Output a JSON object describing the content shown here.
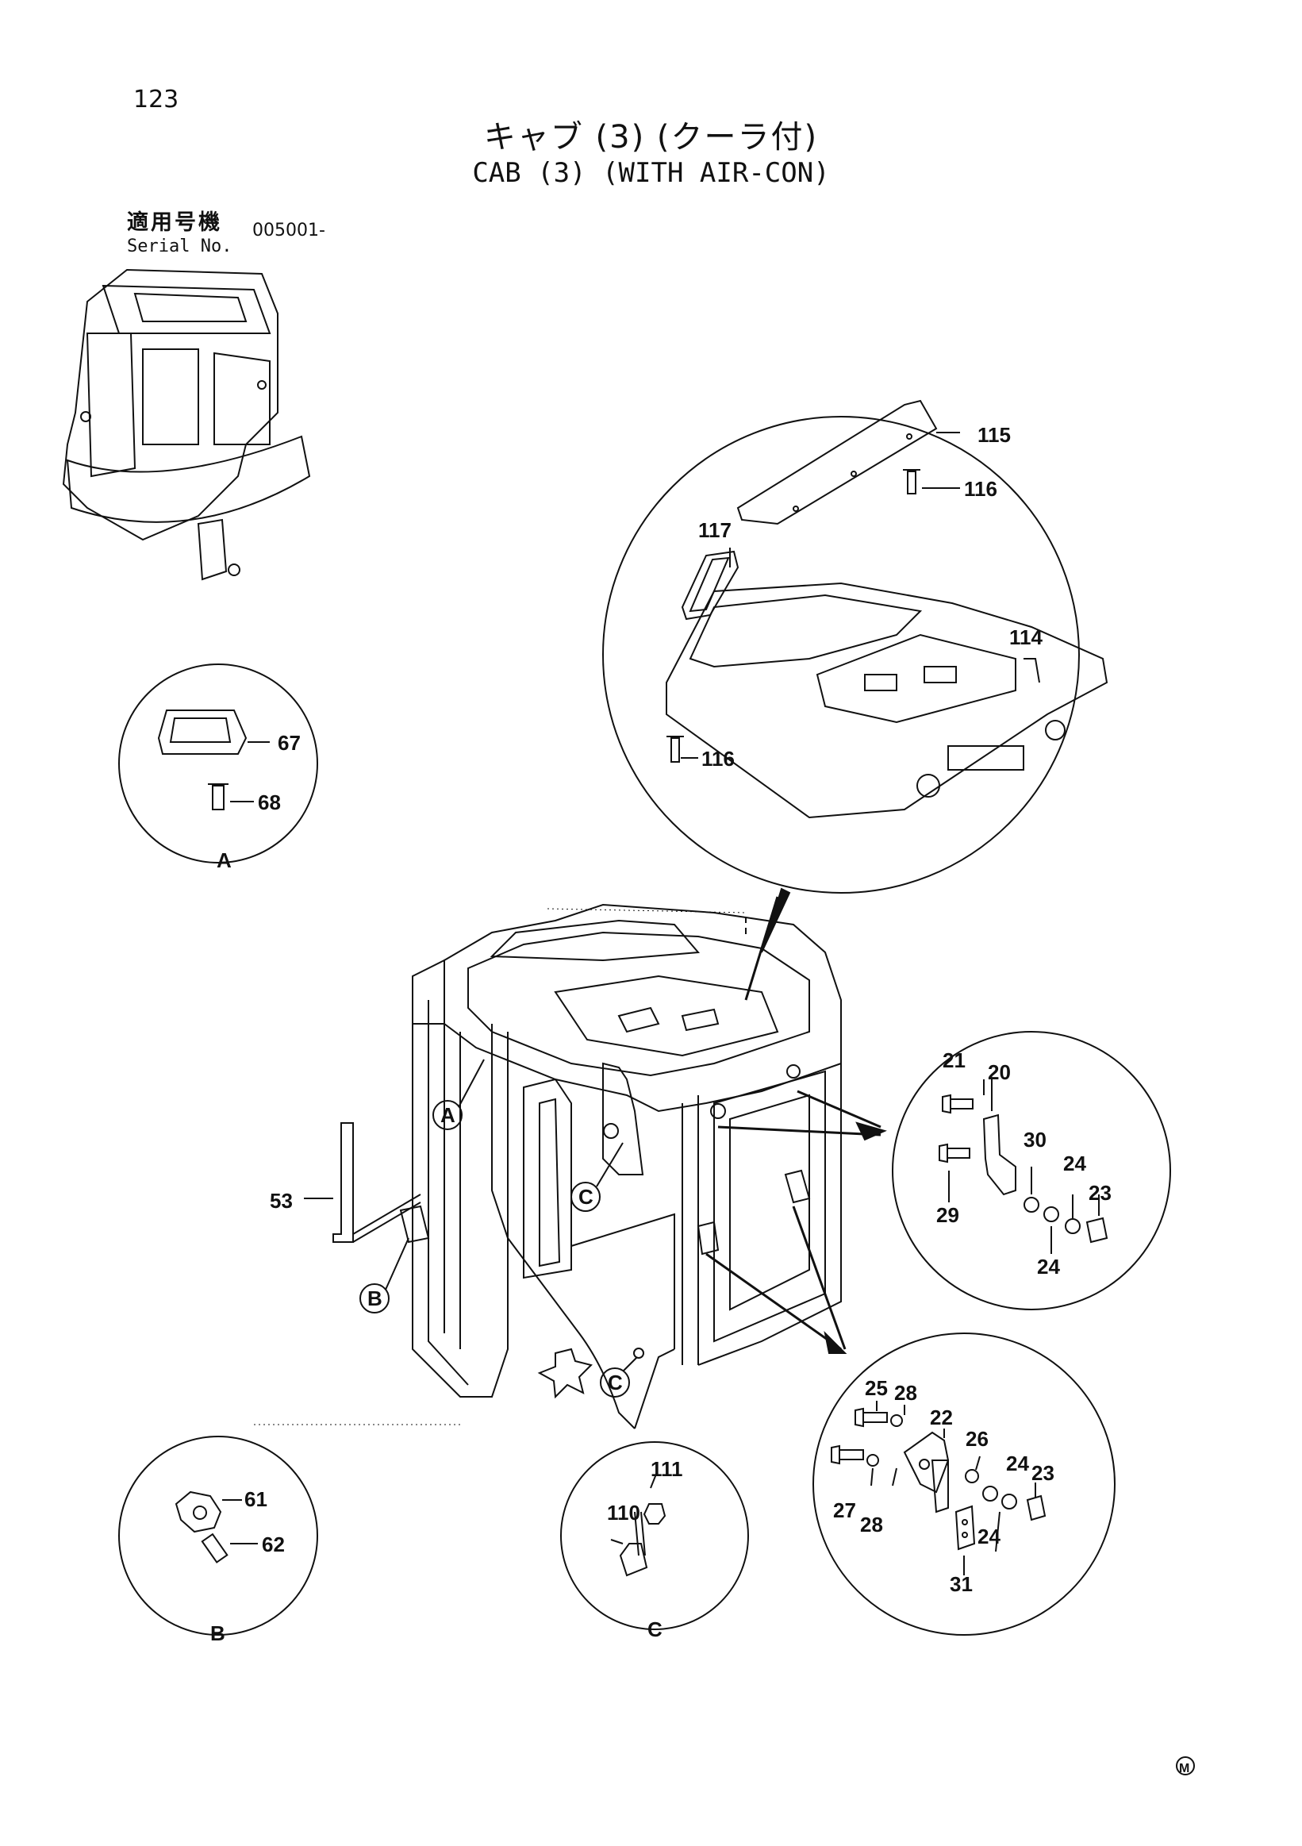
{
  "header": {
    "page_number": "123",
    "title_jp": "キャブ (3) (クーラ付)",
    "title_en": "CAB (3) (WITH AIR-CON)",
    "serial_label_jp": "適用号機",
    "serial_label_en": "Serial No.",
    "serial_value": "005001-"
  },
  "callouts": {
    "c115": "115",
    "c116a": "116",
    "c117": "117",
    "c114": "114",
    "c116b": "116",
    "c67": "67",
    "c68": "68",
    "letterA": "A",
    "c21": "21",
    "c20": "20",
    "c30": "30",
    "c24a": "24",
    "c23a": "23",
    "c29": "29",
    "c24b": "24",
    "c53": "53",
    "refA": "A",
    "refB": "B",
    "refC1": "C",
    "refC2": "C",
    "c25": "25",
    "c28a": "28",
    "c22": "22",
    "c26": "26",
    "c24c": "24",
    "c23b": "23",
    "c27": "27",
    "c28b": "28",
    "c24d": "24",
    "c31": "31",
    "c61": "61",
    "c62": "62",
    "letterB": "B",
    "c111": "111",
    "c110": "110",
    "letterC": "C"
  },
  "footer": {
    "mark": "M"
  }
}
